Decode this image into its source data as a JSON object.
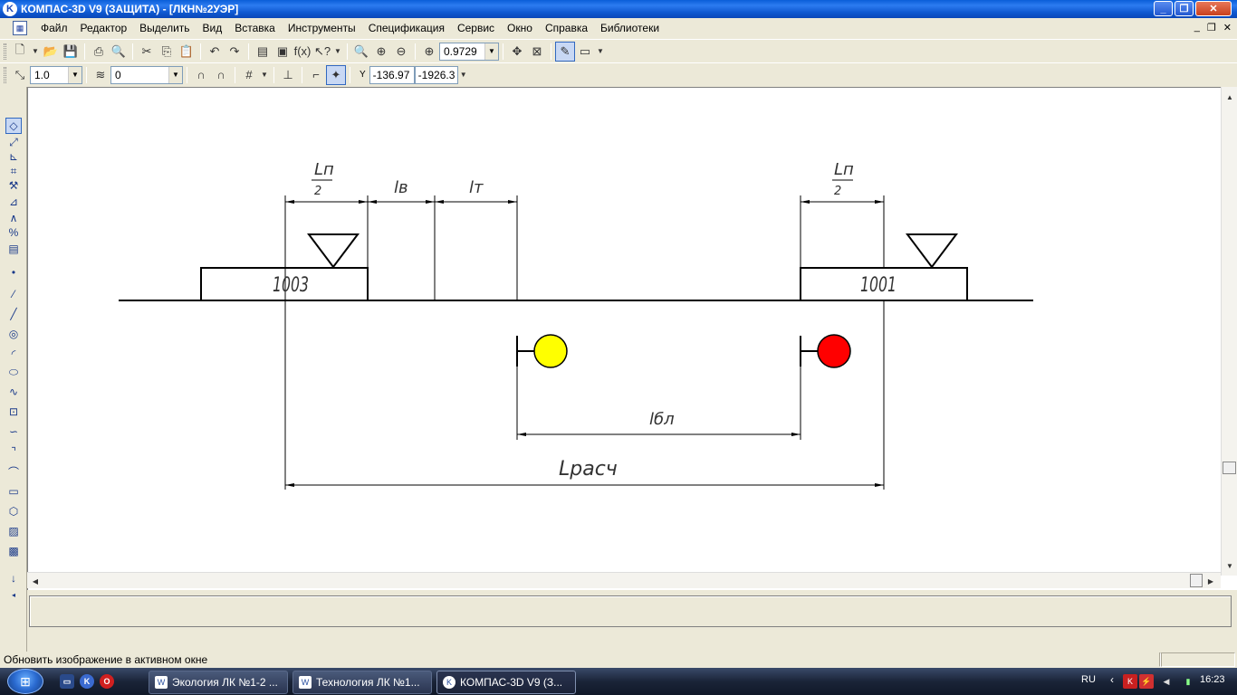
{
  "window": {
    "title": "КОМПАС-3D V9 (ЗАЩИТА) - [ЛКН№2УЭР]",
    "minimize": "_",
    "maximize": "❐",
    "close": "✕",
    "mdi_minimize": "_",
    "mdi_restore": "❐",
    "mdi_close": "✕"
  },
  "menu": [
    "Файл",
    "Редактор",
    "Выделить",
    "Вид",
    "Вставка",
    "Инструменты",
    "Спецификация",
    "Сервис",
    "Окно",
    "Справка",
    "Библиотеки"
  ],
  "toolbar1": {
    "zoom_value": "0.9729"
  },
  "toolbar2": {
    "line_scale": "1.0",
    "layer": "0",
    "coord_x": "-136.97",
    "coord_y": "-1926.3",
    "coord_label": "Y"
  },
  "drawing": {
    "station_left": "1003",
    "station_right": "1001",
    "dim_ln_left": "Lп",
    "dim_ln_left_den": "2",
    "dim_lv": "lв",
    "dim_lt": "lт",
    "dim_ln_right": "Lп",
    "dim_ln_right_den": "2",
    "dim_lbl": "lбл",
    "dim_lrasch": "Lрасч",
    "signal_left_color": "#ffff00",
    "signal_right_color": "#ff0000"
  },
  "status": {
    "text": "Обновить изображение в активном окне"
  },
  "taskbar": {
    "start_glyph": "⊞",
    "tasks": [
      {
        "label": "Экология ЛК №1-2 ...",
        "icon": "W"
      },
      {
        "label": "Технология ЛК №1...",
        "icon": "W"
      },
      {
        "label": "КОМПАС-3D V9 (З...",
        "icon": "K"
      }
    ],
    "lang": "RU",
    "chevron": "‹",
    "clock": "16:23"
  }
}
